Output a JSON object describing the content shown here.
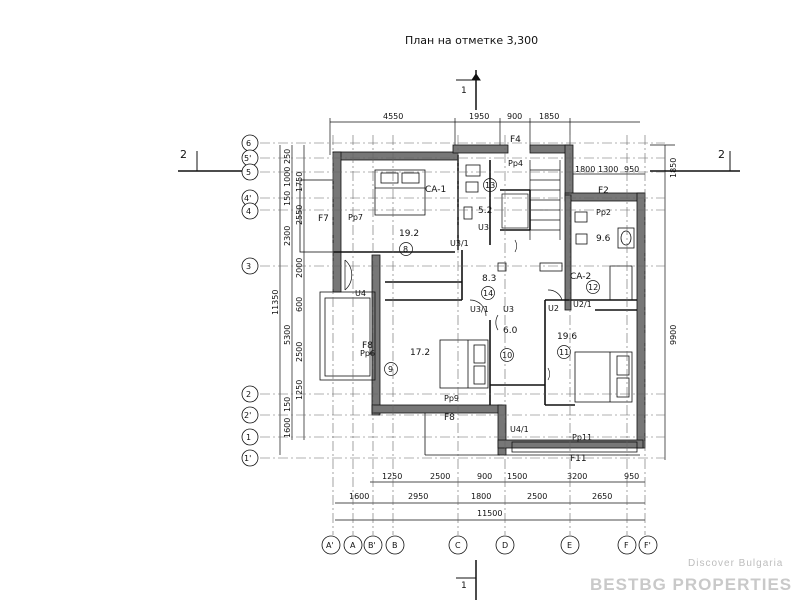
{
  "title": "План на отметке 3,300",
  "section_marks": {
    "vertical": "1",
    "horizontal": "2"
  },
  "dims_top": [
    "4550",
    "1950",
    "900",
    "1850"
  ],
  "dims_top2": [
    "1800",
    "1300",
    "950",
    "1850"
  ],
  "dims_bottom1": [
    "1250",
    "2500",
    "900",
    "1500",
    "3200",
    "950"
  ],
  "dims_bottom2": [
    "1600",
    "2950",
    "1800",
    "2500",
    "2650"
  ],
  "dims_total": "11500",
  "dims_left": [
    "250",
    "1000",
    "1750",
    "150",
    "2550",
    "2300",
    "2000",
    "600",
    "2500",
    "1250",
    "150",
    "1600"
  ],
  "dims_left_total": [
    "11350",
    "5300"
  ],
  "dims_right": [
    "1850",
    "9900"
  ],
  "axes_bottom": [
    "A'",
    "A",
    "B'",
    "B",
    "C",
    "D",
    "E",
    "F",
    "F'"
  ],
  "axes_left": [
    "6",
    "5'",
    "5",
    "4'",
    "4",
    "3",
    "2",
    "2'",
    "1",
    "1'"
  ],
  "rooms": [
    {
      "num": "8",
      "area": "19.2"
    },
    {
      "num": "13",
      "area": "5.2"
    },
    {
      "num": "12",
      "area": "9.6"
    },
    {
      "num": "14",
      "area": "8.3"
    },
    {
      "num": "9",
      "area": "17.2"
    },
    {
      "num": "10",
      "area": "6.0"
    },
    {
      "num": "11",
      "area": "19.6"
    }
  ],
  "labels": {
    "ca1": "CA-1",
    "ca2": "CA-2",
    "pp4": "Pp4",
    "pp7": "Pp7",
    "pp2": "Pp2",
    "pp6": "Pp6",
    "pp9": "Pp9",
    "pp11": "Pp11",
    "f4": "F4",
    "f2": "F2",
    "f7": "F7",
    "f8a": "F8",
    "f8b": "F8",
    "f11": "F11",
    "u3a": "U3",
    "u3b": "U3",
    "u31a": "U3/1",
    "u31b": "U3/1",
    "u2": "U2",
    "u21": "U2/1",
    "u4": "U4",
    "u41": "U4/1"
  },
  "watermark": {
    "line1": "Discover Bulgaria",
    "line2": "BESTBG PROPERTIES"
  }
}
